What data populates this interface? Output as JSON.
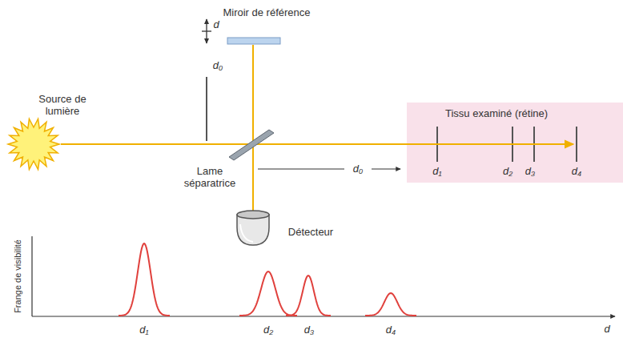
{
  "diagram": {
    "nodes": [
      {
        "text": [
          "Tissu examiné (rétine)"
        ]
      }
    ],
    "labels": [
      "Miroir de référence",
      "d",
      "d₀",
      "Source de lumière",
      "Lame séparatrice",
      "d₀",
      "d₁",
      "d₂",
      "d₃",
      "d₄",
      "Détecteur",
      "Frange de visibilité",
      "d₁",
      "d₂",
      "d₃",
      "d₄",
      "d"
    ]
  }
}
